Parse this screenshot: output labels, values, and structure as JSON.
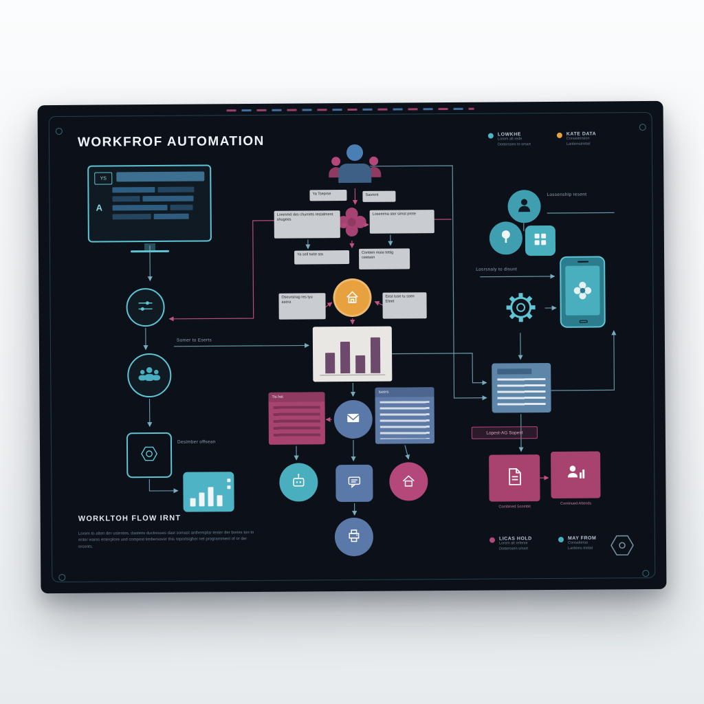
{
  "colors": {
    "teal": "#5fc4d4",
    "blue": "#5b86b8",
    "pink": "#b5487a",
    "orange": "#e7a23f",
    "gray_box": "#c9cdd1"
  },
  "header": {
    "title": "WORKFROF AUTOMATION"
  },
  "top_legend": {
    "item1": {
      "label": "LOWKHE",
      "line1": "Lorem alt rede",
      "line2": "Dotterssen to smart"
    },
    "item2": {
      "label": "KATE DATA",
      "line1": "Conseitersion",
      "line2": "Lanbimstrettel"
    }
  },
  "monitor": {
    "badge": "YS",
    "letter": "A"
  },
  "left_flow": {
    "somer_label": "Somer to Eserts",
    "desimber_label": "Desimber offsean"
  },
  "center": {
    "box_top_left": "Ya Tseprse",
    "box_top_right": "Sasrent",
    "box_left": "Lorenmd des chumets restalment shugees",
    "box_right": "Losemma ster simst prote",
    "box_mid_left": "Ya sell twite sta",
    "box_mid_right": "Contten mste tettig ceetsen",
    "box_orange_left": "Oseurstrag res tyu asera",
    "box_orange_right": "Eest tuse tu ssen Eteet",
    "pink_doc_label": "Tis het",
    "blue_doc_label": "Iseers"
  },
  "right_flow": {
    "lossenship_label": "Lossenship resent",
    "losrsnaly_label": "Losrsnaly to disunt",
    "lopest_tag": "Lopest-AG Sopest",
    "combined_label": "Combined Scombit",
    "continued_label": "Continued Attends"
  },
  "footer": {
    "heading": "WORKLTOH FLOW IRNT",
    "body": "Lorem to alten der ustentes, dastens ductresses dast somast anthemplar tester der bones ton to enter wares enterplore und compost timbersover this reportsigher net programment of or der orcents."
  },
  "bottom_legend": {
    "item1": {
      "label": "LICAS HOLD",
      "line1": "Lorem alt referse",
      "line2": "Dotterssen smart"
    },
    "item2": {
      "label": "MAY FROM",
      "line1": "Conseiterse",
      "line2": "Lanbims trettel"
    }
  }
}
